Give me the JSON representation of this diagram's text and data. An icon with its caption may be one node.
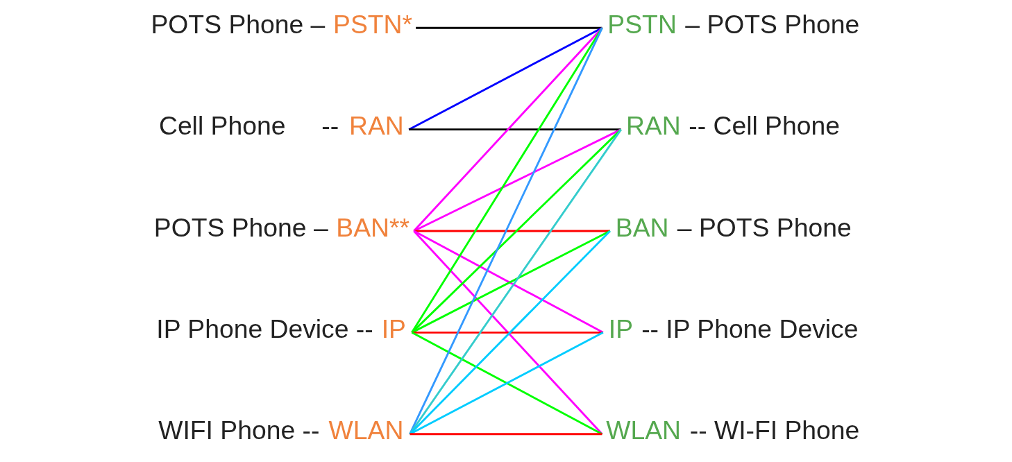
{
  "diagram": {
    "nodes": [
      {
        "text": [
          "POTS Phone –",
          "PSTN*"
        ]
      },
      {
        "text": [
          "Cell Phone     --",
          "RAN"
        ]
      },
      {
        "text": [
          "POTS Phone –",
          "BAN**"
        ]
      },
      {
        "text": [
          "IP Phone Device --",
          "IP"
        ]
      },
      {
        "text": [
          "WIFI Phone --",
          "WLAN"
        ]
      },
      {
        "text": [
          "PSTN",
          "– POTS Phone"
        ]
      },
      {
        "text": [
          "RAN",
          "-- Cell Phone"
        ]
      },
      {
        "text": [
          "BAN",
          "– POTS Phone"
        ]
      },
      {
        "text": [
          "IP",
          "-- IP Phone Device"
        ]
      },
      {
        "text": [
          "WLAN",
          "-- WI-FI Phone"
        ]
      }
    ],
    "edges": [
      {
        "from": 0,
        "to": 5,
        "arrow": "none",
        "color": "#000000"
      },
      {
        "from": 1,
        "to": 5,
        "arrow": "none",
        "color": "#0000ff"
      },
      {
        "from": 1,
        "to": 6,
        "arrow": "none",
        "color": "#000000"
      },
      {
        "from": 2,
        "to": 5,
        "arrow": "none",
        "color": "#ff00ff"
      },
      {
        "from": 2,
        "to": 6,
        "arrow": "none",
        "color": "#ff00ff"
      },
      {
        "from": 2,
        "to": 7,
        "arrow": "none",
        "color": "#ff0000"
      },
      {
        "from": 2,
        "to": 8,
        "arrow": "none",
        "color": "#ff00ff"
      },
      {
        "from": 2,
        "to": 9,
        "arrow": "none",
        "color": "#ff00ff"
      },
      {
        "from": 3,
        "to": 5,
        "arrow": "none",
        "color": "#00ff00"
      },
      {
        "from": 3,
        "to": 6,
        "arrow": "none",
        "color": "#00ff00"
      },
      {
        "from": 3,
        "to": 7,
        "arrow": "none",
        "color": "#00ff00"
      },
      {
        "from": 3,
        "to": 8,
        "arrow": "none",
        "color": "#ff0000"
      },
      {
        "from": 3,
        "to": 9,
        "arrow": "none",
        "color": "#00ff00"
      },
      {
        "from": 4,
        "to": 5,
        "arrow": "none",
        "color": "#3399ff"
      },
      {
        "from": 4,
        "to": 6,
        "arrow": "none",
        "color": "#33cccc"
      },
      {
        "from": 4,
        "to": 7,
        "arrow": "none",
        "color": "#00ccff"
      },
      {
        "from": 4,
        "to": 8,
        "arrow": "none",
        "color": "#00ccff"
      },
      {
        "from": 4,
        "to": 9,
        "arrow": "none",
        "color": "#ff0000"
      }
    ]
  }
}
